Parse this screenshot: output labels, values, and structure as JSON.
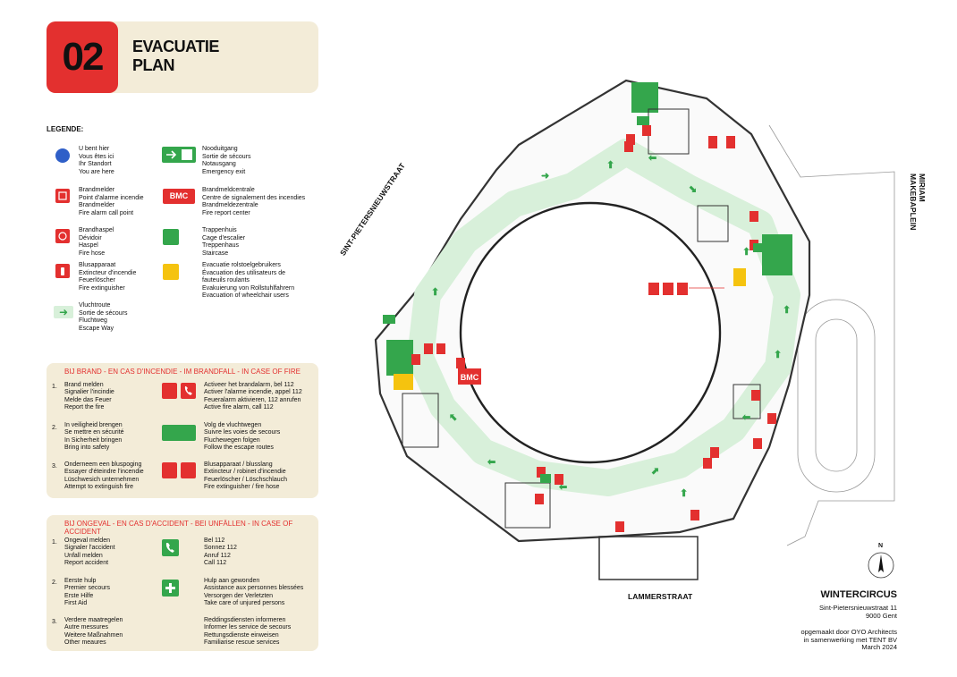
{
  "header": {
    "number": "02",
    "title_line1": "EVACUATIE",
    "title_line2": "PLAN"
  },
  "legend": {
    "heading": "LEGENDE:",
    "items": [
      {
        "icon": "location-dot-icon",
        "lines": [
          "U bent hier",
          "Vous êtes ici",
          "Ihr Standort",
          "You are here"
        ]
      },
      {
        "icon": "fire-alarm-icon",
        "lines": [
          "Brandmelder",
          "Point d'alarme incendie",
          "Brandmelder",
          "Fire alarm call point"
        ]
      },
      {
        "icon": "fire-hose-icon",
        "lines": [
          "Brandhaspel",
          "Dévidoir",
          "Haspel",
          "Fire hose"
        ]
      },
      {
        "icon": "fire-extinguisher-icon",
        "lines": [
          "Blusapparaat",
          "Extincteur d'incendie",
          "Feuerlöscher",
          "Fire extinguisher"
        ]
      },
      {
        "icon": "escape-arrow-icon",
        "lines": [
          "Vluchtroute",
          "Sortie de sécours",
          "Fluchtweg",
          "Escape Way"
        ]
      },
      {
        "icon": "emergency-exit-icon",
        "lines": [
          "Nooduitgang",
          "Sortie de sécours",
          "Notausgang",
          "Emergency exit"
        ]
      },
      {
        "icon": "bmc-icon",
        "label": "BMC",
        "lines": [
          "Brandmeldcentrale",
          "Centre de signalement des incendies",
          "Brandmeldezentrale",
          "Fire report center"
        ]
      },
      {
        "icon": "staircase-icon",
        "lines": [
          "Trappenhuis",
          "Cage d'escalier",
          "Treppenhaus",
          "Staircase"
        ]
      },
      {
        "icon": "wheelchair-icon",
        "lines": [
          "Evacuatie rolstoelgebruikers",
          "Évacuation des utilisateurs de",
          "fauteuils roulants",
          "Evakuierung von Rollstuhlfahrern",
          "Evacuation of wheelchair users"
        ]
      }
    ]
  },
  "fire": {
    "heading": "BIJ BRAND - EN CAS D'INCENDIE - IM BRANDFALL - IN CASE OF FIRE",
    "steps": [
      {
        "n": "1.",
        "left": [
          "Brand melden",
          "Signalier l'incindie",
          "Melde das Feuer",
          "Report the fire"
        ],
        "right": [
          "Activeer het brandalarm, bel 112",
          "Activer l'alarme incendie, appel 112",
          "Feueralarm aktivieren, 112 anrufen",
          "Active fire alarm, call 112"
        ]
      },
      {
        "n": "2.",
        "left": [
          "In veiligheid brengen",
          "Se mettre en sécurité",
          "In Sicherheit bringen",
          "Bring into safety"
        ],
        "right": [
          "Volg de vluchtwegen",
          "Suivre les voies de secours",
          "Fluchewegen folgen",
          "Follow the escape routes"
        ]
      },
      {
        "n": "3.",
        "left": [
          "Onderneem een bluspoging",
          "Essayer d'éteindre l'incendie",
          "Lüschwesich unternehmen",
          "Attempt to extinguish fire"
        ],
        "right": [
          "Blusapparaat / blusslang",
          "Extincteur / robinet d'incendie",
          "Feuerlöscher / Löschschlauch",
          "Fire extinguisher / fire hose"
        ]
      }
    ]
  },
  "accident": {
    "heading_line1": "BIJ ONGEVAL - EN CAS D'ACCIDENT - BEI UNFÄLLEN - IN CASE OF",
    "heading_line2": "ACCIDENT",
    "steps": [
      {
        "n": "1.",
        "left": [
          "Ongeval melden",
          "Signaler l'accident",
          "Unfall melden",
          "Report accident"
        ],
        "right": [
          "Bel 112",
          "Sonnez 112",
          "Anruf 112",
          "Call 112"
        ]
      },
      {
        "n": "2.",
        "left": [
          "Eerste hulp",
          "Premier secours",
          "Erste Hilfe",
          "First Aid"
        ],
        "right": [
          "Hulp aan gewonden",
          "Assistance aux personnes blessées",
          "Versorgen der Verletzten",
          "Take care of unjured persons"
        ]
      },
      {
        "n": "3.",
        "left": [
          "Verdere maatregelen",
          "Autre messures",
          "Weitere Maßnahmen",
          "Other meaures"
        ],
        "right": [
          "Reddingsdiensten informeren",
          "Informer les service de secours",
          "Rettungsdienste einweisen",
          "Familiarise rescue services"
        ]
      }
    ]
  },
  "map": {
    "streets": {
      "west": "SINT-PIETERSNIEUWSTRAAT",
      "south": "LAMMERSTRAAT",
      "east": "MIRIAM MAKEBAPLEIN"
    },
    "north": "N",
    "bmc_label": "BMC",
    "colors": {
      "route": "#d8f0da",
      "arrow": "#34a64c",
      "stair": "#34a64c",
      "red": "#e3302f",
      "yellow": "#f5c30f"
    }
  },
  "footer": {
    "name": "WINTERCIRCUS",
    "address1": "Sint-Pietersnieuwstraat 11",
    "address2": "9000 Gent",
    "credit1": "opgemaakt door OYO Architects",
    "credit2": "in samenwerking met TENT BV",
    "date": "March 2024"
  }
}
